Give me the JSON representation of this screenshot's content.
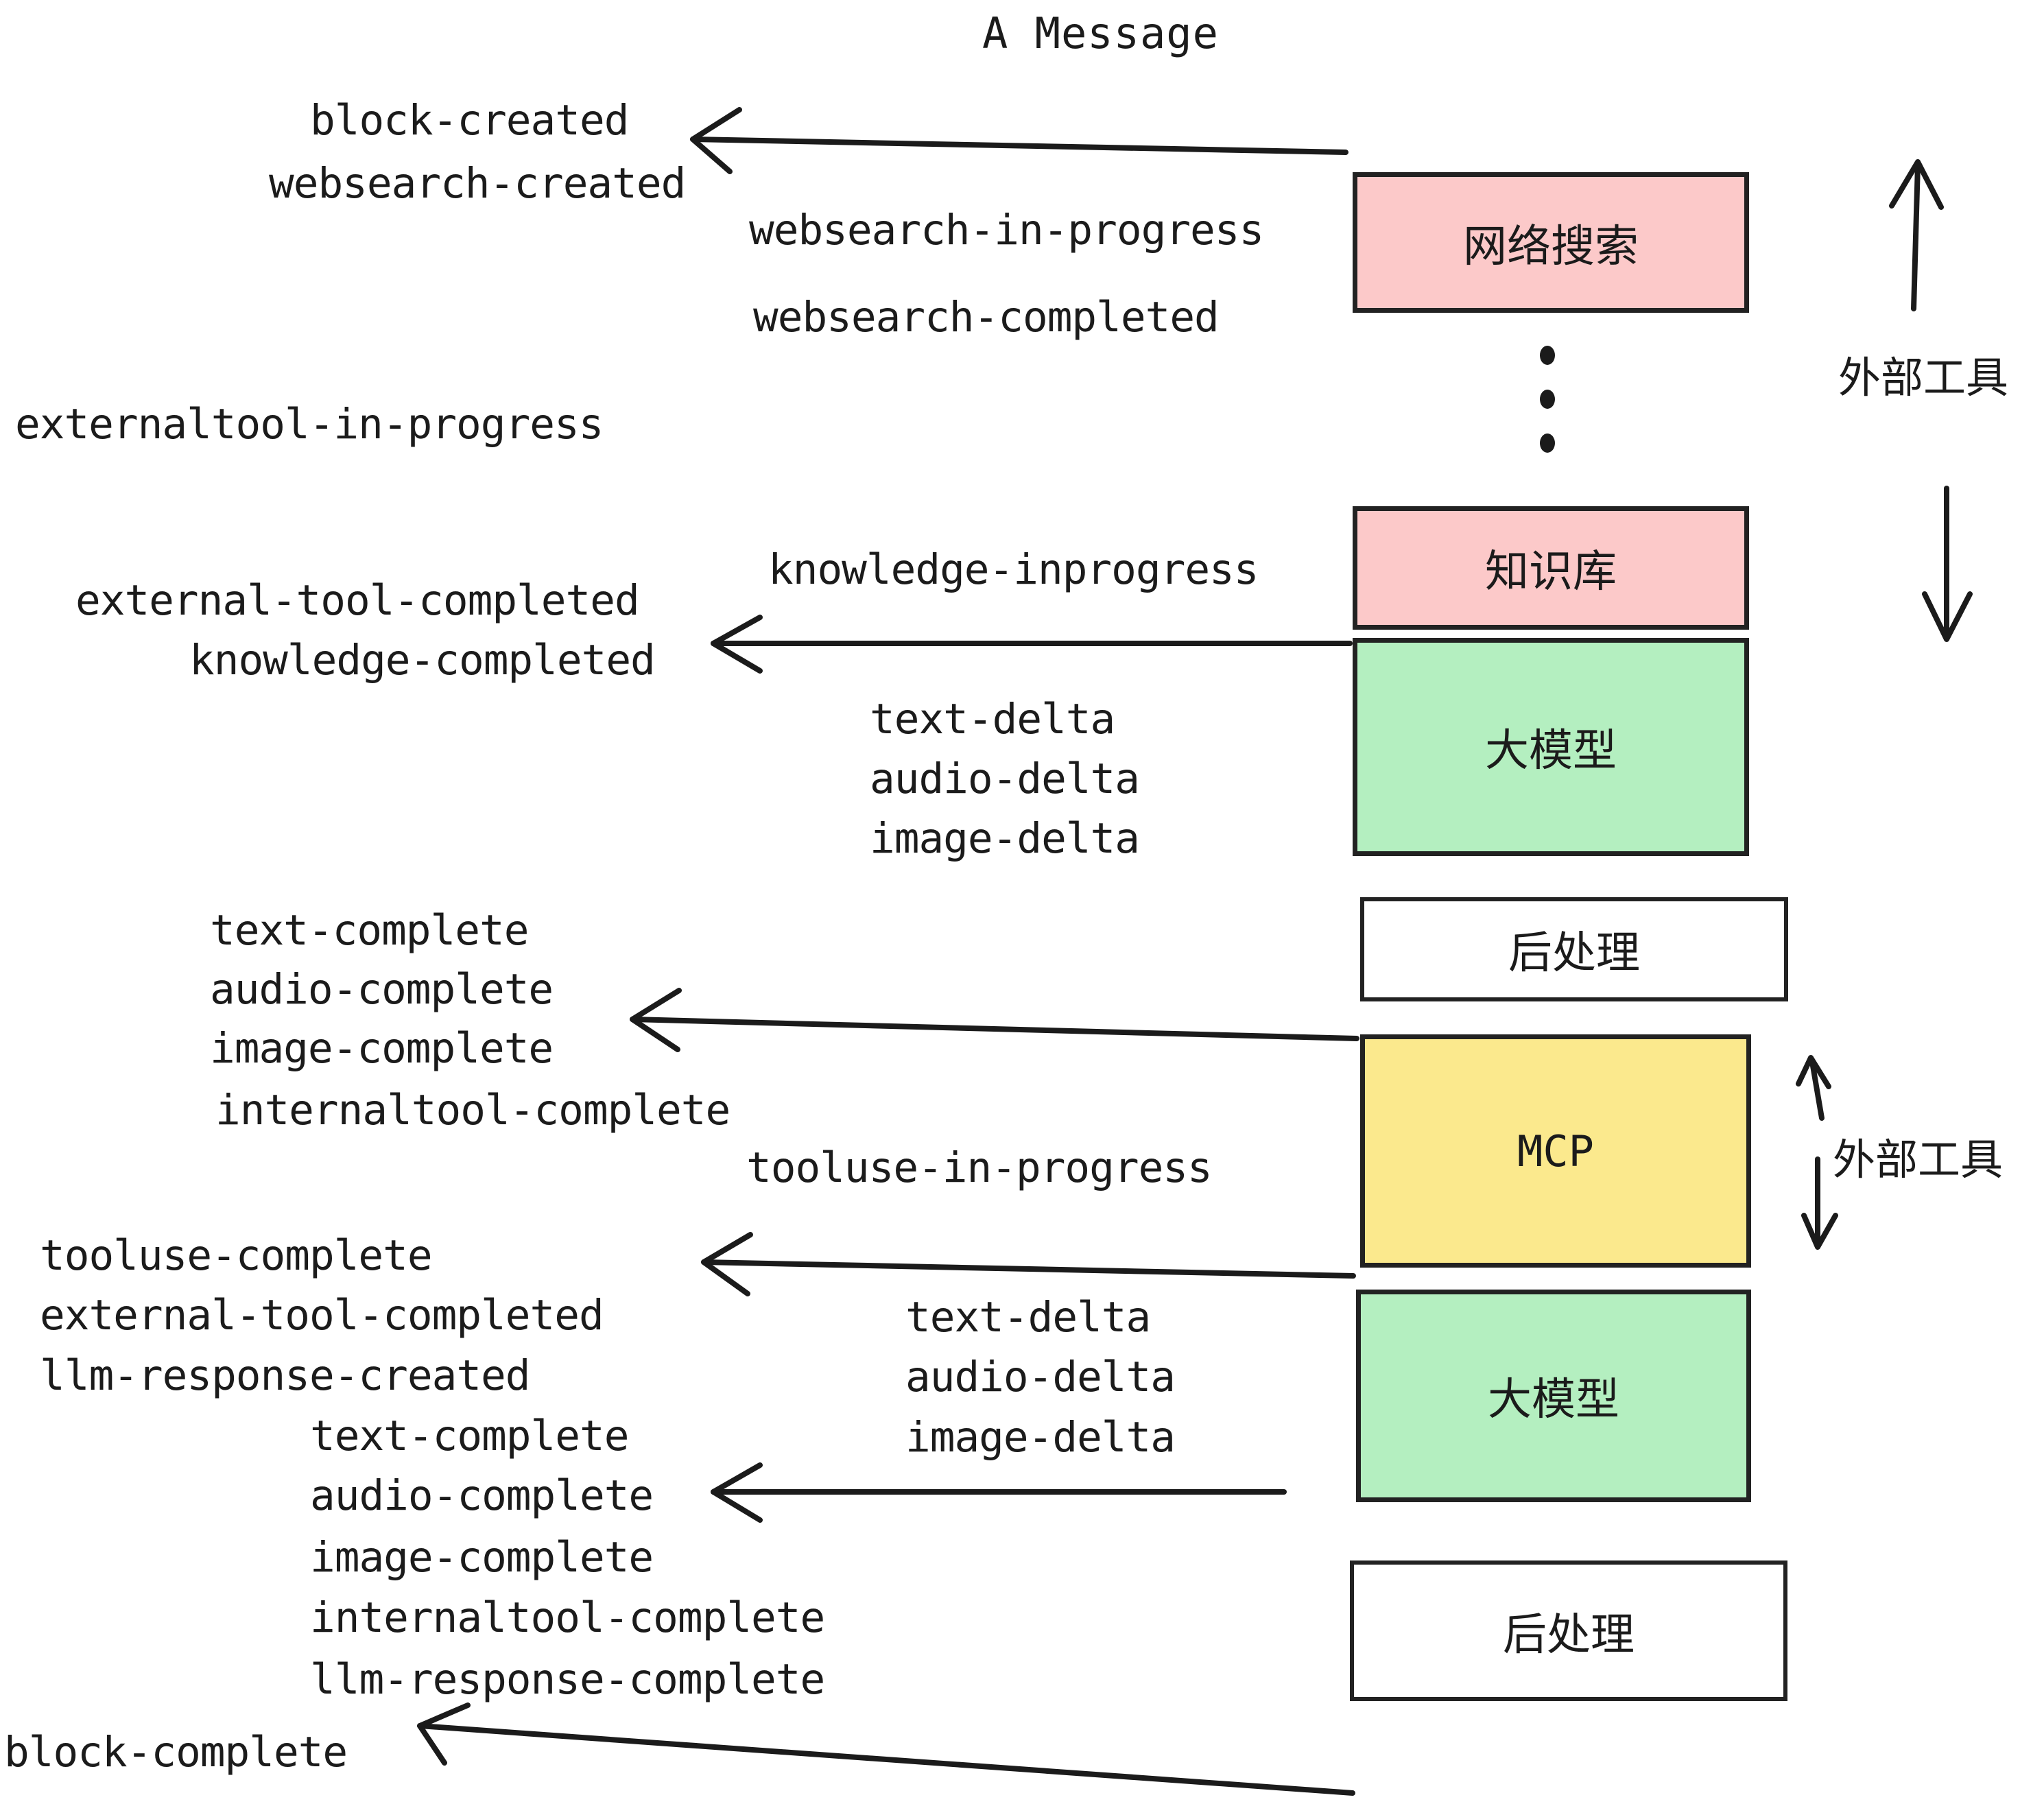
{
  "title": "A Message",
  "colors": {
    "pink": "#FCC9C9",
    "green": "#B4EFC0",
    "yellow": "#FBE98D",
    "white": "#FFFFFF",
    "stroke": "#222222",
    "text": "#1B1B1B",
    "background": "#FFFFFF"
  },
  "boxes": [
    {
      "id": "websearch",
      "label": "网络搜索",
      "fill": "pink"
    },
    {
      "id": "knowledge",
      "label": "知识库",
      "fill": "pink"
    },
    {
      "id": "llm-upper",
      "label": "大模型",
      "fill": "green"
    },
    {
      "id": "postprocess-upper",
      "label": "后处理",
      "fill": "white"
    },
    {
      "id": "mcp",
      "label": "MCP",
      "fill": "yellow"
    },
    {
      "id": "llm-lower",
      "label": "大模型",
      "fill": "green"
    },
    {
      "id": "postprocess-lower",
      "label": "后处理",
      "fill": "white"
    }
  ],
  "side_labels": [
    {
      "id": "external-tools-upper",
      "label": "外部工具"
    },
    {
      "id": "external-tools-lower",
      "label": "外部工具"
    }
  ],
  "events": [
    {
      "id": "e01",
      "text": "block-created"
    },
    {
      "id": "e02",
      "text": "websearch-created"
    },
    {
      "id": "e03",
      "text": "websearch-in-progress"
    },
    {
      "id": "e04",
      "text": "websearch-completed"
    },
    {
      "id": "e05",
      "text": "externaltool-in-progress"
    },
    {
      "id": "e06",
      "text": "knowledge-inprogress"
    },
    {
      "id": "e07",
      "text": "external-tool-completed"
    },
    {
      "id": "e08",
      "text": "knowledge-completed"
    },
    {
      "id": "e09",
      "text": "text-delta"
    },
    {
      "id": "e10",
      "text": "audio-delta"
    },
    {
      "id": "e11",
      "text": "image-delta"
    },
    {
      "id": "e12",
      "text": "text-complete"
    },
    {
      "id": "e13",
      "text": "audio-complete"
    },
    {
      "id": "e14",
      "text": "image-complete"
    },
    {
      "id": "e15",
      "text": "internaltool-complete"
    },
    {
      "id": "e16",
      "text": "tooluse-in-progress"
    },
    {
      "id": "e17",
      "text": "tooluse-complete"
    },
    {
      "id": "e18",
      "text": "external-tool-completed"
    },
    {
      "id": "e19",
      "text": "llm-response-created"
    },
    {
      "id": "e20",
      "text": "text-delta"
    },
    {
      "id": "e21",
      "text": "audio-delta"
    },
    {
      "id": "e22",
      "text": "image-delta"
    },
    {
      "id": "e23",
      "text": "text-complete"
    },
    {
      "id": "e24",
      "text": "audio-complete"
    },
    {
      "id": "e25",
      "text": "image-complete"
    },
    {
      "id": "e26",
      "text": "internaltool-complete"
    },
    {
      "id": "e27",
      "text": "llm-response-complete"
    },
    {
      "id": "e28",
      "text": "block-complete"
    }
  ]
}
